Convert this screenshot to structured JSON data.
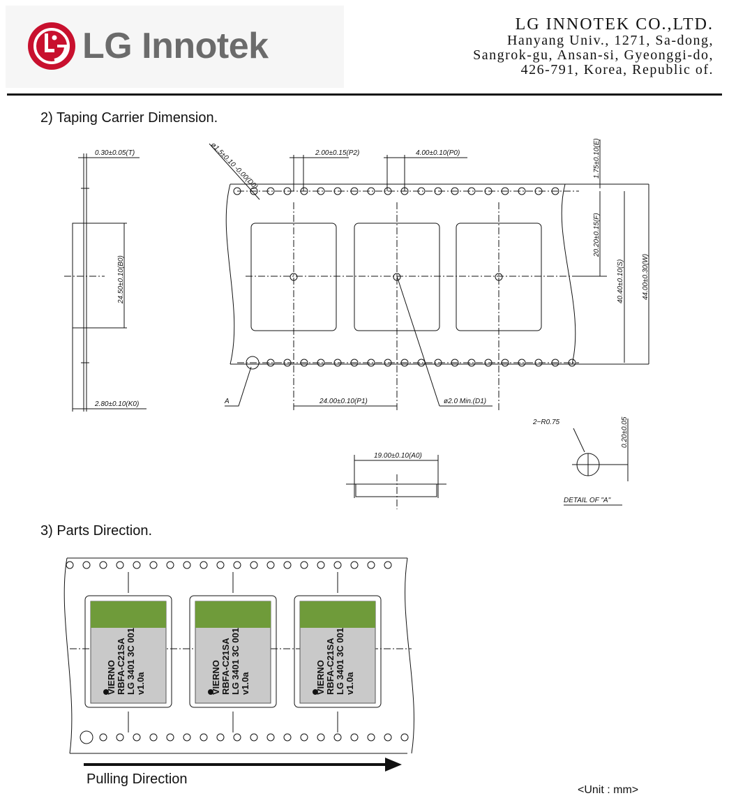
{
  "header": {
    "brand_name": "LG Innotek",
    "company_lines": [
      "LG INNOTEK CO.,LTD.",
      "Hanyang Univ., 1271, Sa-dong,",
      "Sangrok-gu, Ansan-si, Gyeonggi-do,",
      "426-791, Korea, Republic of."
    ]
  },
  "section2": {
    "title": "2) Taping Carrier Dimension.",
    "dims": {
      "t": "0.30±0.05(T)",
      "b0": "24.50±0.10(B0)",
      "k0": "2.80±0.10(K0)",
      "d0": "ø1.5±0.10 -0.00(D0)",
      "p2": "2.00±0.15(P2)",
      "p0": "4.00±0.10(P0)",
      "e": "1.75±0.10(E)",
      "f": "20.20±0.15(F)",
      "s": "40.40±0.10(S)",
      "w": "44.00±0.30(W)",
      "p1": "24.00±0.10(P1)",
      "d1": "ø2.0  Min.(D1)",
      "a_ref": "A",
      "a0": "19.00±0.10(A0)",
      "r": "2−R0.75",
      "detail_dim": "0.20±0.05",
      "detail_label": "DETAIL  OF  \"A\""
    }
  },
  "section3": {
    "title": "3) Parts Direction.",
    "part_label_lines": [
      "VIERNO",
      "RBFA-C21SA",
      "LG 3401 3C 001",
      "v1.0a"
    ],
    "pulling_label": "Pulling Direction"
  },
  "unit_note": "<Unit : mm>",
  "colors": {
    "logo_red": "#c8102e",
    "part_green": "#6f9b3a",
    "part_gray": "#c9c9c9",
    "line": "#111111"
  }
}
